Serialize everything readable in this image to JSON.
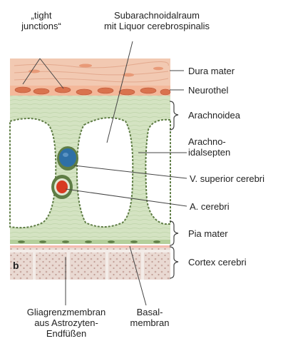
{
  "panel_label": "b",
  "labels": {
    "tight_junctions": "„tight\njunctions“",
    "subarachnoidal": "Subarachnoidalraum\nmit Liquor cerebrospinalis",
    "dura_mater": "Dura mater",
    "neurothel": "Neurothel",
    "arachnoidea": "Arachnoidea",
    "arachnoidalsepten": "Arachno-\nidalsepten",
    "v_superior": "V. superior cerebri",
    "a_cerebri": "A. cerebri",
    "pia_mater": "Pia mater",
    "cortex": "Cortex cerebri",
    "gliagrenz": "Gliagrenzmembran\naus Astrozyten-\nEndfüßen",
    "basalmembran": "Basal-\nmembran"
  },
  "colors": {
    "dura": "#f2c9b2",
    "neurothel": "#d9734e",
    "arachnoid": "#d4e3c2",
    "cell_nucleus": "#5f7d45",
    "vein": "#2e6fa6",
    "artery": "#d83a22",
    "cortex": "#e9d9d2",
    "space": "#ffffff"
  }
}
